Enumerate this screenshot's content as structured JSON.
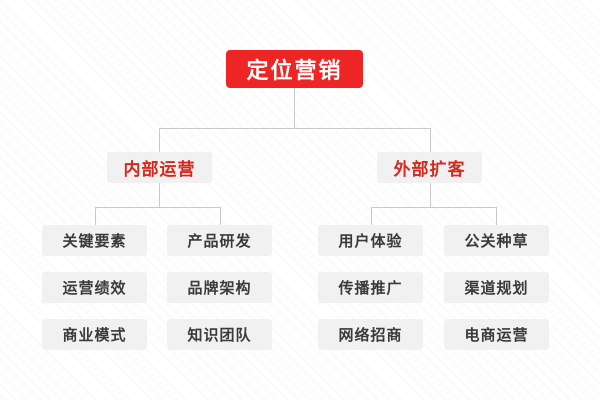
{
  "diagram": {
    "type": "tree",
    "orientation": "top-down",
    "colors": {
      "root_background": "#ed2524",
      "root_text": "#ffffff",
      "branch_background": "#f1f1f1",
      "branch_text": "#d6281d",
      "leaf_background": "#f1f1f1",
      "leaf_text": "#3a3a3a",
      "connector": "#c9c9c9",
      "canvas_background": "#ffffff"
    },
    "root": {
      "label": "定位营销"
    },
    "branches": [
      {
        "label": "内部运营",
        "leaves": [
          {
            "label": "关键要素"
          },
          {
            "label": "产品研发"
          },
          {
            "label": "运营绩效"
          },
          {
            "label": "品牌架构"
          },
          {
            "label": "商业模式"
          },
          {
            "label": "知识团队"
          }
        ]
      },
      {
        "label": "外部扩客",
        "leaves": [
          {
            "label": "用户体验"
          },
          {
            "label": "公关种草"
          },
          {
            "label": "传播推广"
          },
          {
            "label": "渠道规划"
          },
          {
            "label": "网络招商"
          },
          {
            "label": "电商运营"
          }
        ]
      }
    ]
  }
}
